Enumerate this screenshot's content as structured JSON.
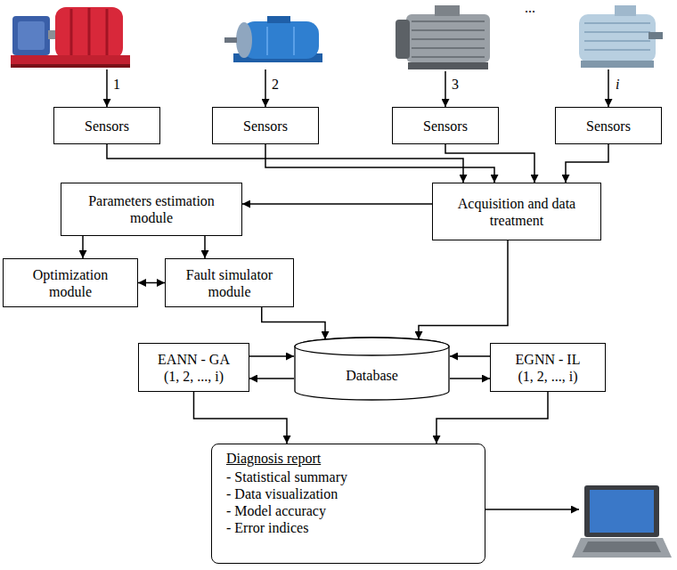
{
  "diagram": {
    "nodes": [
      {
        "text": [
          "Sensors"
        ]
      },
      {
        "text": [
          "Sensors"
        ]
      },
      {
        "text": [
          "Sensors"
        ]
      },
      {
        "text": [
          "Sensors"
        ]
      },
      {
        "text": [
          "Parameters estimation module"
        ]
      },
      {
        "text": [
          "Acquisition and data treatment"
        ]
      },
      {
        "text": [
          "Optimization module"
        ]
      },
      {
        "text": [
          "Fault simulator module"
        ]
      },
      {
        "text": [
          "EANN - GA",
          "(1, 2, ..., i)"
        ]
      },
      {
        "text": [
          "Database"
        ]
      },
      {
        "text": [
          "EGNN - IL",
          "(1, 2, ..., i)"
        ]
      },
      {
        "text": [
          "Diagnosis report",
          "- Statistical summary",
          "- Data visualization",
          "- Model accuracy",
          "- Error indices"
        ]
      }
    ],
    "edges": [
      {
        "from": 0,
        "to": 5,
        "arrow": "to"
      },
      {
        "from": 1,
        "to": 5,
        "arrow": "to"
      },
      {
        "from": 2,
        "to": 5,
        "arrow": "to"
      },
      {
        "from": 3,
        "to": 5,
        "arrow": "to"
      },
      {
        "from": 5,
        "to": 4,
        "arrow": "to"
      },
      {
        "from": 4,
        "to": 6,
        "arrow": "to"
      },
      {
        "from": 4,
        "to": 7,
        "arrow": "to"
      },
      {
        "from": 6,
        "to": 7,
        "arrow": "both"
      },
      {
        "from": 7,
        "to": 9,
        "arrow": "to"
      },
      {
        "from": 5,
        "to": 9,
        "arrow": "to"
      },
      {
        "from": 8,
        "to": 9,
        "arrow": "to"
      },
      {
        "from": 9,
        "to": 8,
        "arrow": "to"
      },
      {
        "from": 10,
        "to": 9,
        "arrow": "to"
      },
      {
        "from": 9,
        "to": 10,
        "arrow": "to"
      },
      {
        "from": 8,
        "to": 11,
        "arrow": "to"
      },
      {
        "from": 10,
        "to": 11,
        "arrow": "to"
      }
    ],
    "labels": [
      "1",
      "2",
      "3",
      "...",
      "i"
    ]
  }
}
